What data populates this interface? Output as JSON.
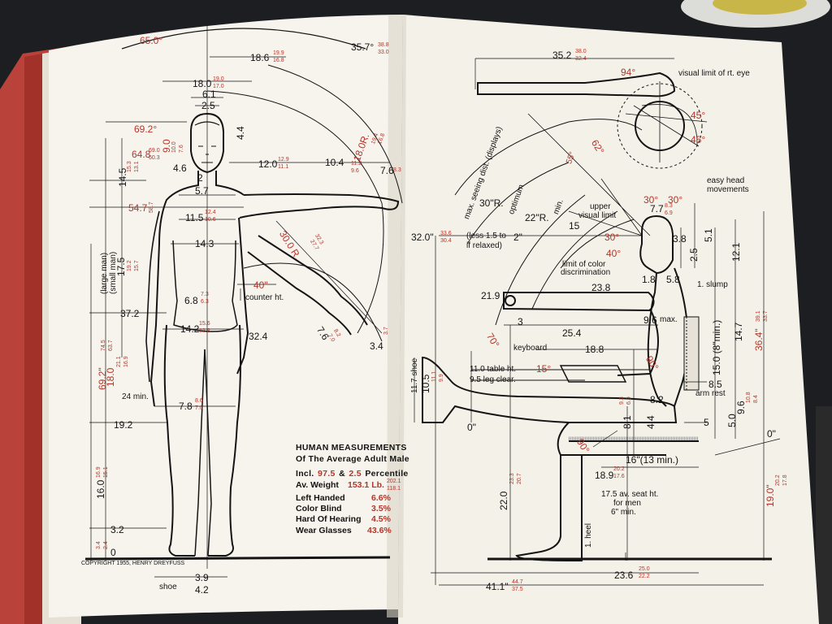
{
  "left_page": {
    "copyright": "COPYRIGHT 1955, HENRY DREYFUSS",
    "title": {
      "line1": "HUMAN MEASUREMENTS",
      "line2": "Of The Average Adult Male",
      "line3_a": "Incl.",
      "line3_b": "97.5",
      "line3_c": "&",
      "line3_d": "2.5",
      "line3_e": "Percentile"
    },
    "stats": [
      {
        "label": "Av. Weight",
        "value": "153.1 Lb.",
        "hi": "202.1",
        "lo": "118.1"
      },
      {
        "label": "Left Handed",
        "value": "6.6%"
      },
      {
        "label": "Color Blind",
        "value": "3.5%"
      },
      {
        "label": "Hard Of Hearing",
        "value": "4.5%"
      },
      {
        "label": "Wear Glasses",
        "value": "43.6%"
      }
    ],
    "dims": {
      "d65": "65.0°",
      "d35_7": "35.7°",
      "d35_7_hi": "38.8",
      "d35_7_lo": "33.0",
      "d18_6": "18.6",
      "d18_6_hi": "19.9",
      "d18_6_lo": "16.8",
      "d18_0": "18.0",
      "d18_0_hi": "19.0",
      "d18_0_lo": "17.0",
      "d6_1": "6.1",
      "d2_5": "2.5",
      "d69_2": "69.2°",
      "d4_4": "4.4",
      "d64_8": "64.8",
      "d64_8_hi": "69.0",
      "d64_8_lo": "60.3",
      "d9_0": "9.0",
      "d9_0_hi": "10.0",
      "d9_0_lo": "7.6",
      "d14_5": "14.5",
      "d14_5_hi": "15.3",
      "d14_5_lo": "13.1",
      "d4_6": "4.6",
      "d2": "2",
      "d5_7": "5.7",
      "d12_0": "12.0",
      "d12_0_hi": "12.9",
      "d12_0_lo": "11.1",
      "d10_4": "10.4",
      "d10_4_hi": "11.2",
      "d10_4_lo": "9.6",
      "d7_6": "7.6",
      "d7_6_hi": "8.3",
      "d7_6_lo": "7.0",
      "d18r": "18.0R.",
      "d18r_hi": "19.4",
      "d18r_lo": "16.8",
      "d54_7": "54.7",
      "d54_7_hi": "58.7",
      "d54_7_lo": "50.7",
      "d11_5": "11.5",
      "d11_5_hi": "12.4",
      "d11_5_lo": "10.6",
      "d14_3": "14.3",
      "d17_5": "17.5",
      "d17_5_hi": "19.2",
      "d17_5_lo": "15.7",
      "d30r": "30.0 R.",
      "d30r_hi": "32.3",
      "d30r_lo": "27.7",
      "d40": "40\"",
      "counter": "counter ht.",
      "d6_8": "6.8",
      "d6_8_hi": "7.3",
      "d6_8_lo": "6.3",
      "d37_2": "37.2",
      "d14_2": "14.2",
      "d14_2_hi": "15.6",
      "d14_2_lo": "12.8",
      "d32_4": "32.4",
      "d7_6b": "7.6",
      "d7_6b_hi": "8.2",
      "d7_6b_lo": "7.0",
      "d3_4": "3.4",
      "d3_4_hi": "3.7",
      "d3_4_lo": "3.1",
      "d69_2h": "69.2\"",
      "d69_2h_hi": "74.5",
      "d69_2h_lo": "63.7",
      "large": "(large man)",
      "small": "(small man)",
      "d18_0v": "18.0",
      "d18_0v_hi": "21.1",
      "d18_0v_lo": "16.9",
      "d24min": "24 min.",
      "d7_8": "7.8",
      "d7_8_hi": "8.6",
      "d7_8_lo": "7.0",
      "d19_2": "19.2",
      "d16_0": "16.0",
      "d16_0_hi": "16.9",
      "d16_0_lo": "15.1",
      "d3_2": "3.2",
      "d3_4b": "3.4",
      "d2_4": "2.4",
      "d0": "0",
      "d3_9": "3.9",
      "shoe": "shoe",
      "d4_2": "4.2"
    }
  },
  "right_page": {
    "dims": {
      "d35_2": "35.2",
      "d35_2_hi": "38.0",
      "d35_2_lo": "32.4",
      "d94": "94°",
      "visual_limit": "visual limit of rt. eye",
      "d45a": "45°",
      "d45b": "45°",
      "d62": "62°",
      "easy_head": "easy head",
      "movements": "movements",
      "max_seeing": "max. seeing dist. (displays)",
      "d55": "55°",
      "optimum": "optimum",
      "min": "min.",
      "d30in": "30\"R.",
      "d22r": "22\"R.",
      "d15": "15",
      "upper": "upper",
      "visual_limit2": "visual limit",
      "d30a": "30°",
      "d30b": "30°",
      "d7_7": "7.7",
      "d8_3": "8.3",
      "d6_9": "6.9",
      "d32_0": "32.0\"",
      "d32_hi": "33.6",
      "d32_lo": "30.4",
      "less1": "(less 1.5 to",
      "less2": "if relaxed)",
      "d2in": "2\"",
      "d30c": "30°",
      "d40d": "40°",
      "d3_8": "3.8",
      "d5_1": "5.1",
      "limit_color": "limit of color",
      "discrimination": "discrimination",
      "d2_5": "2.5",
      "slump": "1. slump",
      "d1_8": "1.8",
      "d5_8": "5.8",
      "d12_1": "12.1",
      "d21_9": "21.9",
      "d23_8": "23.8",
      "d3": "3",
      "d9_6": "9.6",
      "max": "max.",
      "d25_4": "25.4",
      "d36_4": "36.4\"",
      "d36_4_hi": "39.1",
      "d36_4_lo": "33.7",
      "d14_7": "14.7",
      "d15_0": "15.0 (8\"min.)",
      "keyboard": "keyboard",
      "d18_8": "18.8",
      "d15deg": "15°",
      "d90": "90°",
      "d11_7": "11.7 shoe",
      "d10_5": "10.5",
      "d10_5_hi": "11.1",
      "d10_5_lo": "9.9",
      "table_ht": "11.0 table ht.",
      "leg_clear": "9.5 leg clear.",
      "d8_5": "8.5",
      "arm_rest": "arm rest",
      "d9_6b": "9.6",
      "d9_6b_hi": "10.8",
      "d9_6b_lo": "8.4",
      "d70": "70°",
      "d8_2": "8.2",
      "d9_3": "9.3",
      "d6_9b": "6.9",
      "d0in": "0\"",
      "d8_1": "8.1",
      "d4_4": "4.4",
      "d5_0": "5.0",
      "d5": "5",
      "d0in_r": "0\"",
      "d90b": "90°",
      "d16min": "16\"(13 min.)",
      "d18_9": "18.9",
      "d18_9_hi": "20.2",
      "d18_9_lo": "17.6",
      "d22_0": "22.0",
      "d22_0_hi": "23.3",
      "d22_0_lo": "20.7",
      "seat1": "17.5 av. seat ht.",
      "seat2": "for men",
      "seat3": "6\" min.",
      "heel": "1. heel",
      "d19_0": "19.0\"",
      "d19_0_hi": "20.2",
      "d19_0_lo": "17.8",
      "d23_6": "23.6",
      "d23_6_hi": "25.0",
      "d23_6_lo": "22.2",
      "d41_1": "41.1\"",
      "d41_1_hi": "44.7",
      "d41_1_lo": "37.5"
    }
  },
  "colors": {
    "page": "#f7f4ed",
    "ink": "#141414",
    "red": "#b5352a",
    "cover": "#b9433a",
    "bg": "#1d1e22"
  }
}
